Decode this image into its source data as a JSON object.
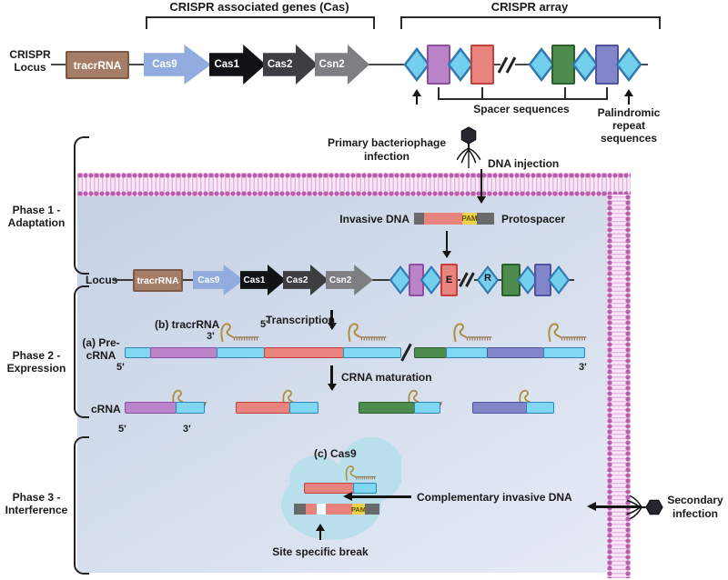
{
  "top": {
    "locus_line1": "CRISPR",
    "locus_line2": "Locus",
    "cas_genes_bracket": "CRISPR associated genes (Cas)",
    "array_bracket": "CRISPR array",
    "tracrrna": "tracrRNA",
    "genes": [
      "Cas9",
      "Cas1",
      "Cas2",
      "Csn2"
    ],
    "spacer_sequences": "Spacer sequences",
    "palindromic_line1": "Palindromic",
    "palindromic_line2": "repeat",
    "palindromic_line3": "sequences"
  },
  "phases": [
    {
      "line1": "Phase 1 -",
      "line2": "Adaptation"
    },
    {
      "line1": "Phase 2 -",
      "line2": "Expression"
    },
    {
      "line1": "Phase 3 -",
      "line2": "Interference"
    }
  ],
  "phase1": {
    "primary_infection_line1": "Primary bacteriophage",
    "primary_infection_line2": "infection",
    "dna_injection": "DNA injection",
    "invasive_dna": "Invasive DNA",
    "pam": "PAM",
    "protospacer": "Protospacer",
    "locus": "Locus",
    "tracrrna": "tracrRNA",
    "genes": [
      "Cas9",
      "Cas1",
      "Cas2",
      "Csn2"
    ],
    "e": "E",
    "r": "R"
  },
  "phase2": {
    "transcription": "Transcription",
    "tracr_label": "(b) tracrRNA",
    "pre_crna_line1": "(a) Pre-",
    "pre_crna_line2": "cRNA",
    "maturation": "CRNA maturation",
    "crna": "cRNA"
  },
  "phase3": {
    "cas9_label": "(c) Cas9",
    "complementary": "Complementary invasive DNA",
    "site_break": "Site specific break",
    "secondary_line1": "Secondary",
    "secondary_line2": "infection",
    "pam": "PAM"
  },
  "sym": {
    "five_prime": "5'",
    "three_prime": "3'"
  },
  "colors": {
    "membrane_pink": "#f8e8f5",
    "membrane_dots": "#b95cae",
    "cell_fill": "#d7dfee",
    "cas9_blob": "#badfec",
    "repeat_cyan": "#7fd7f2",
    "spacer_purple": "#bb84c9",
    "spacer_red": "#e8837e",
    "spacer_green": "#4e8c4d",
    "spacer_slate": "#8286c8",
    "tracr_brown": "#a57c66",
    "cas9_arrow_blue": "#92acdf",
    "pam_yellow": "#ecd24b",
    "hairpin_gold": "#b08f3e"
  }
}
